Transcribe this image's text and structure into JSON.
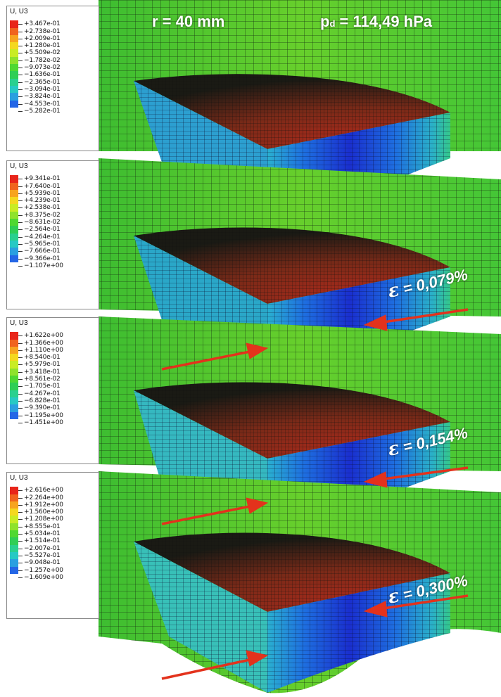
{
  "header": {
    "radius_label": "r = 40 mm",
    "pressure_prefix": "p",
    "pressure_sub": "d",
    "pressure_value": " = 114,49 hPa"
  },
  "legends": [
    {
      "title": "U, U3",
      "values": [
        "+3.467e-01",
        "+2.738e-01",
        "+2.009e-01",
        "+1.280e-01",
        "+5.509e-02",
        "−1.782e-02",
        "−9.073e-02",
        "−1.636e-01",
        "−2.365e-01",
        "−3.094e-01",
        "−3.824e-01",
        "−4.553e-01",
        "−5.282e-01"
      ]
    },
    {
      "title": "U, U3",
      "values": [
        "+9.341e-01",
        "+7.640e-01",
        "+5.939e-01",
        "+4.239e-01",
        "+2.538e-01",
        "+8.375e-02",
        "−8.631e-02",
        "−2.564e-01",
        "−4.264e-01",
        "−5.965e-01",
        "−7.666e-01",
        "−9.366e-01",
        "−1.107e+00"
      ]
    },
    {
      "title": "U, U3",
      "values": [
        "+1.622e+00",
        "+1.366e+00",
        "+1.110e+00",
        "+8.540e-01",
        "+5.979e-01",
        "+3.418e-01",
        "+8.561e-02",
        "−1.705e-01",
        "−4.267e-01",
        "−6.828e-01",
        "−9.390e-01",
        "−1.195e+00",
        "−1.451e+00"
      ]
    },
    {
      "title": "U, U3",
      "values": [
        "+2.616e+00",
        "+2.264e+00",
        "+1.912e+00",
        "+1.560e+00",
        "+1.208e+00",
        "+8.555e-01",
        "+5.034e-01",
        "+1.514e-01",
        "−2.007e-01",
        "−5.527e-01",
        "−9.048e-01",
        "−1.257e+00",
        "−1.609e+00"
      ]
    }
  ],
  "legend_colors": [
    "#e8251a",
    "#f0641e",
    "#f7a41f",
    "#f4d81f",
    "#c9ec24",
    "#8fe22c",
    "#4fd832",
    "#2fce55",
    "#2ad08f",
    "#27c9c4",
    "#2a9fe0",
    "#2466e6",
    "#1f2fd8"
  ],
  "strain_labels": [
    {
      "symbol": "ε",
      "value": " = 0,079%"
    },
    {
      "symbol": "ε",
      "value": " = 0,154%"
    },
    {
      "symbol": "ε",
      "value": " = 0,300%"
    }
  ],
  "colors": {
    "mesh_green": "#3fc332",
    "mesh_lime": "#8fdc2a",
    "cavity_red": "#c63a22",
    "wall_blue": "#1c3cc8",
    "wall_cyan": "#2aa9d6",
    "arrow_red": "#e3321c"
  }
}
